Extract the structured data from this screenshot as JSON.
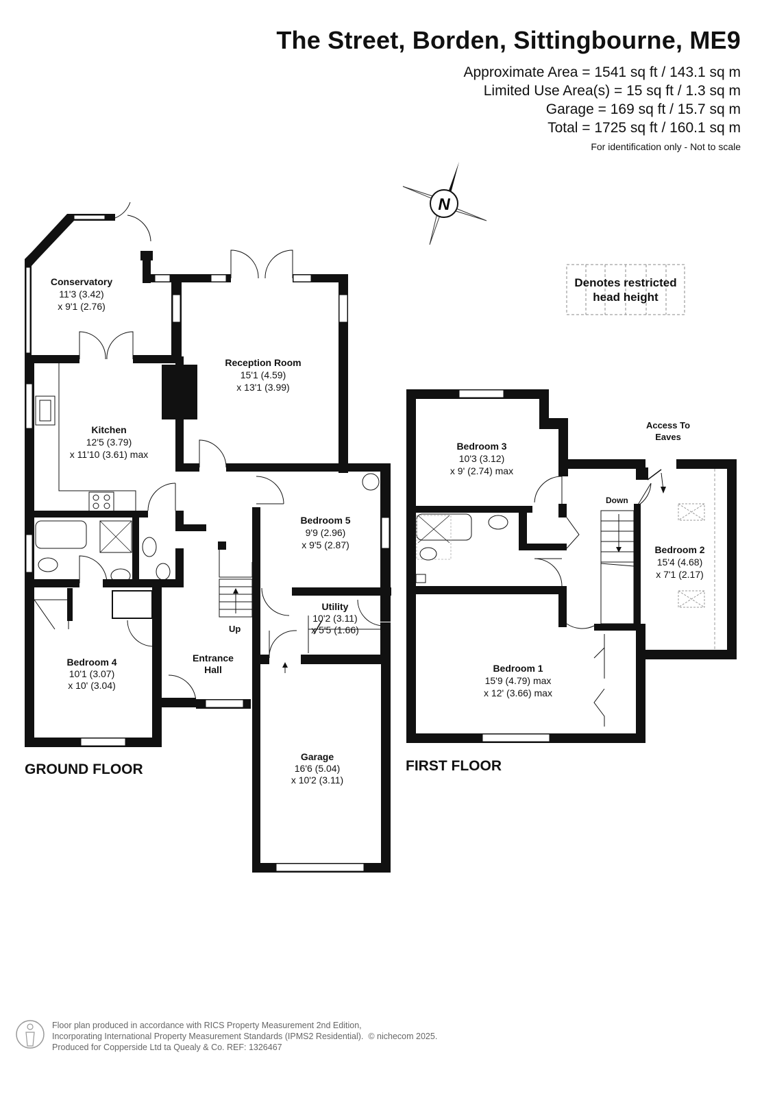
{
  "header": {
    "title": "The Street, Borden, Sittingbourne, ME9",
    "areas": [
      "Approximate Area = 1541 sq ft / 143.1 sq m",
      "Limited Use Area(s) = 15 sq ft / 1.3 sq m",
      "Garage = 169 sq ft / 15.7 sq m",
      "Total = 1725 sq ft / 160.1 sq m"
    ],
    "note": "For identification only - Not to scale"
  },
  "compass": {
    "label": "N",
    "icon": "compass-icon"
  },
  "legend": {
    "line1": "Denotes restricted",
    "line2": "head height"
  },
  "ground_floor": {
    "label": "GROUND FLOOR",
    "rooms": [
      {
        "name": "Conservatory",
        "dims": [
          "11'3 (3.42)",
          "x 9'1 (2.76)"
        ]
      },
      {
        "name": "Reception Room",
        "dims": [
          "15'1 (4.59)",
          "x 13'1 (3.99)"
        ]
      },
      {
        "name": "Kitchen",
        "dims": [
          "12'5 (3.79)",
          "x 11'10 (3.61) max"
        ]
      },
      {
        "name": "Bedroom 5",
        "dims": [
          "9'9 (2.96)",
          "x 9'5 (2.87)"
        ]
      },
      {
        "name": "Utility",
        "dims": [
          "10'2 (3.11)",
          "x 5'5 (1.66)"
        ]
      },
      {
        "name": "Bedroom 4",
        "dims": [
          "10'1 (3.07)",
          "x 10' (3.04)"
        ]
      },
      {
        "name": "Entrance",
        "dims": [
          "Hall"
        ]
      },
      {
        "name": "Garage",
        "dims": [
          "16'6 (5.04)",
          "x 10'2 (3.11)"
        ]
      }
    ],
    "stairs_label": "Up"
  },
  "first_floor": {
    "label": "FIRST FLOOR",
    "rooms": [
      {
        "name": "Bedroom 3",
        "dims": [
          "10'3 (3.12)",
          "x 9' (2.74) max"
        ]
      },
      {
        "name": "Bedroom 2",
        "dims": [
          "15'4 (4.68)",
          "x 7'1 (2.17)"
        ]
      },
      {
        "name": "Bedroom 1",
        "dims": [
          "15'9 (4.79) max",
          "x 12' (3.66) max"
        ]
      }
    ],
    "access_label": [
      "Access To",
      "Eaves"
    ],
    "stairs_label": "Down"
  },
  "footer": {
    "lines": [
      "Floor plan produced in accordance with RICS Property Measurement 2nd Edition,",
      "Incorporating International Property Measurement Standards (IPMS2 Residential).",
      "Produced for Copperside Ltd ta Quealy & Co.   REF: 1326467"
    ],
    "copyright": "© nichecom 2025."
  }
}
